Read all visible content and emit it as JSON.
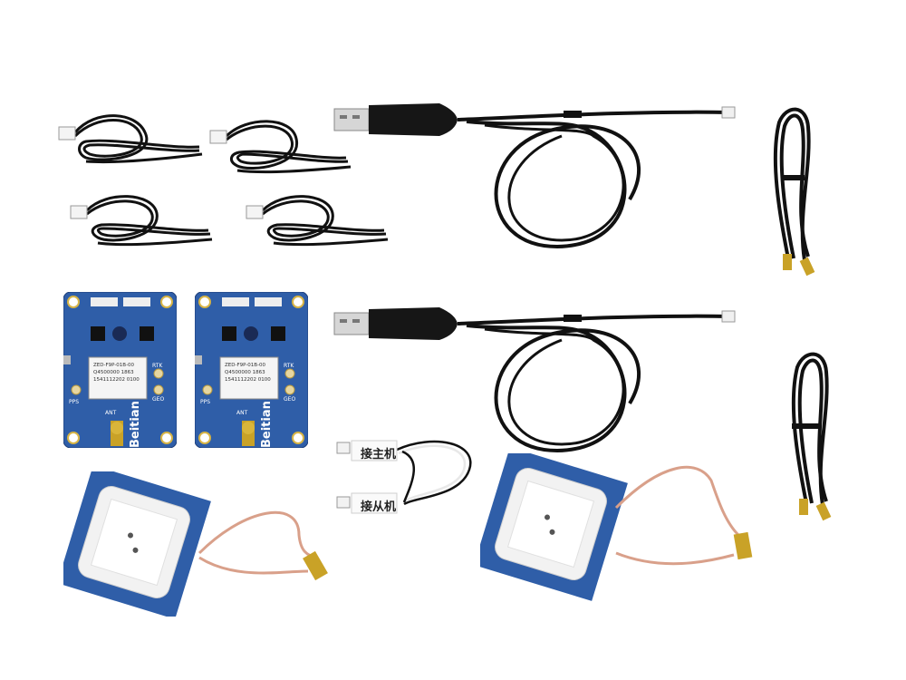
{
  "colors": {
    "background": "#ffffff",
    "pcb_blue": "#2f5ea8",
    "cable_black": "#111111",
    "coax": "#d9a08a",
    "sma_gold": "#c9a227",
    "antenna_white": "#f2f2f2"
  },
  "boards": [
    {
      "brand": "Beitian",
      "module_lines": [
        "ZED-F9P-01B-00",
        "Q4500000 1863",
        "1541112202 0100"
      ],
      "labels": [
        "PPS",
        "RTK",
        "GEO",
        "ANT"
      ]
    },
    {
      "brand": "Beitian",
      "module_lines": [
        "ZED-F9P-01B-00",
        "Q4500000 1863",
        "1541112202 0100"
      ],
      "labels": [
        "PPS",
        "RTK",
        "GEO",
        "ANT"
      ]
    }
  ],
  "cable_tags": [
    "接主机",
    "接从机"
  ],
  "icons": [
    "usb-plug-icon",
    "jst-connector-icon",
    "sma-connector-icon"
  ]
}
